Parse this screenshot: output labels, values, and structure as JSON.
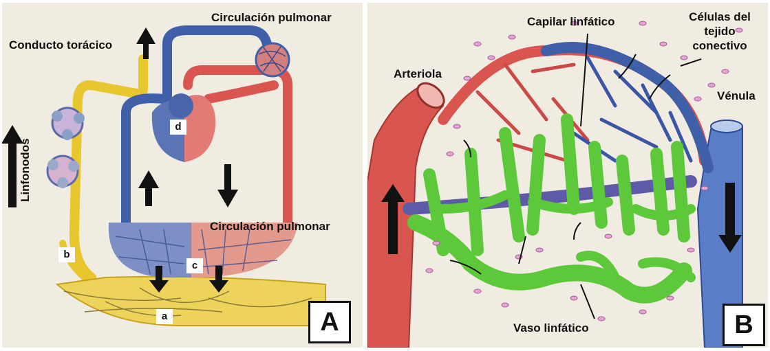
{
  "panel_a": {
    "circulacion_top": "Circulación pulmonar",
    "conducto_toracico": "Conducto torácico",
    "linfonodos": "Linfonodos",
    "circulacion_bottom": "Circulación pulmonar",
    "label_a": "a",
    "label_b": "b",
    "label_c": "c",
    "label_d": "d",
    "panel_letter": "A"
  },
  "panel_b": {
    "capilar_linfatico": "Capilar linfático",
    "celulas_line1": "Células del",
    "celulas_line2": "tejido",
    "celulas_line3": "conectivo",
    "arteriola": "Arteriola",
    "venula": "Vénula",
    "vaso_linfatico": "Vaso linfático",
    "panel_letter": "B"
  },
  "colors": {
    "lymph_yellow": "#e8c62e",
    "artery_red": "#d9554f",
    "vein_blue": "#3f5fa8",
    "lymph_green": "#5cc83a",
    "arrow_black": "#111111",
    "paper": "#f1ece2"
  }
}
